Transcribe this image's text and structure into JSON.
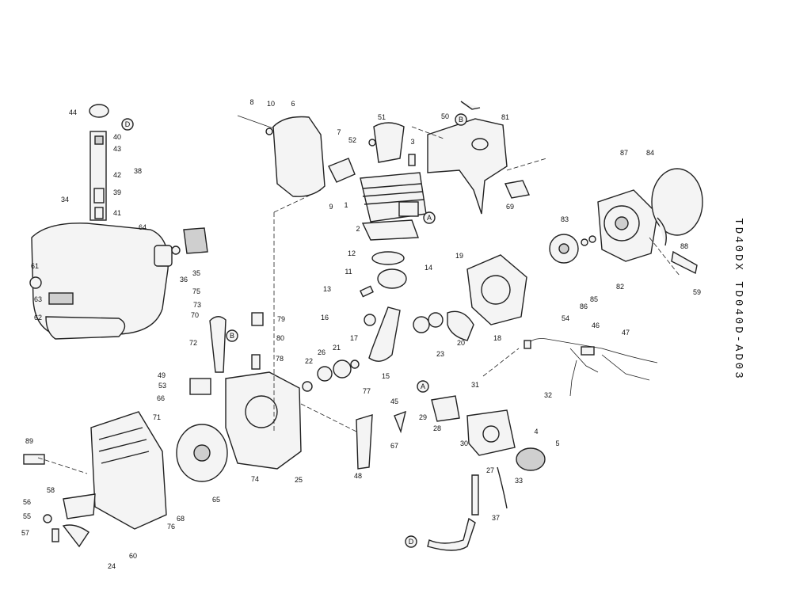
{
  "model_code": "TD40DX TD040D-AD03",
  "circle_refs": [
    "A",
    "B",
    "D"
  ],
  "part_numbers": [
    "1",
    "2",
    "3",
    "4",
    "5",
    "6",
    "7",
    "8",
    "9",
    "10",
    "11",
    "12",
    "13",
    "14",
    "15",
    "16",
    "17",
    "18",
    "19",
    "20",
    "21",
    "22",
    "23",
    "24",
    "25",
    "26",
    "27",
    "28",
    "29",
    "30",
    "31",
    "32",
    "33",
    "34",
    "35",
    "36",
    "37",
    "38",
    "39",
    "40",
    "41",
    "42",
    "43",
    "44",
    "45",
    "46",
    "47",
    "48",
    "49",
    "50",
    "51",
    "52",
    "53",
    "54",
    "55",
    "56",
    "57",
    "58",
    "59",
    "60",
    "61",
    "62",
    "63",
    "64",
    "65",
    "66",
    "67",
    "68",
    "69",
    "70",
    "71",
    "72",
    "73",
    "74",
    "75",
    "76",
    "77",
    "78",
    "79",
    "80",
    "81",
    "82",
    "83",
    "84",
    "85",
    "86",
    "87",
    "88",
    "89"
  ]
}
